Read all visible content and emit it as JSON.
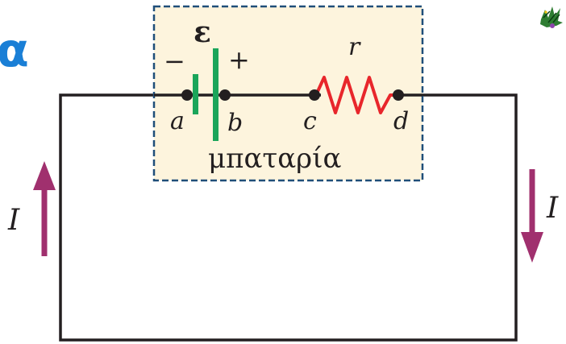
{
  "fragment_title": "α",
  "battery": {
    "emf_symbol": "ε",
    "minus_sign": "−",
    "plus_sign": "+",
    "resistance_label": "r",
    "caption": "μπαταρία",
    "node_labels": {
      "a": "a",
      "b": "b",
      "c": "c",
      "d": "d"
    }
  },
  "current": {
    "left_label": "I",
    "right_label": "I"
  },
  "colors": {
    "wire": "#231f20",
    "battery_box_fill": "#fdf4dd",
    "battery_box_border": "#1f4e79",
    "cell_plate": "#1aa55a",
    "resistor": "#e8262b",
    "current_arrow": "#a0306e",
    "title_blue": "#1a7fd6"
  },
  "corner_icon": "decorative-clipart-icon"
}
